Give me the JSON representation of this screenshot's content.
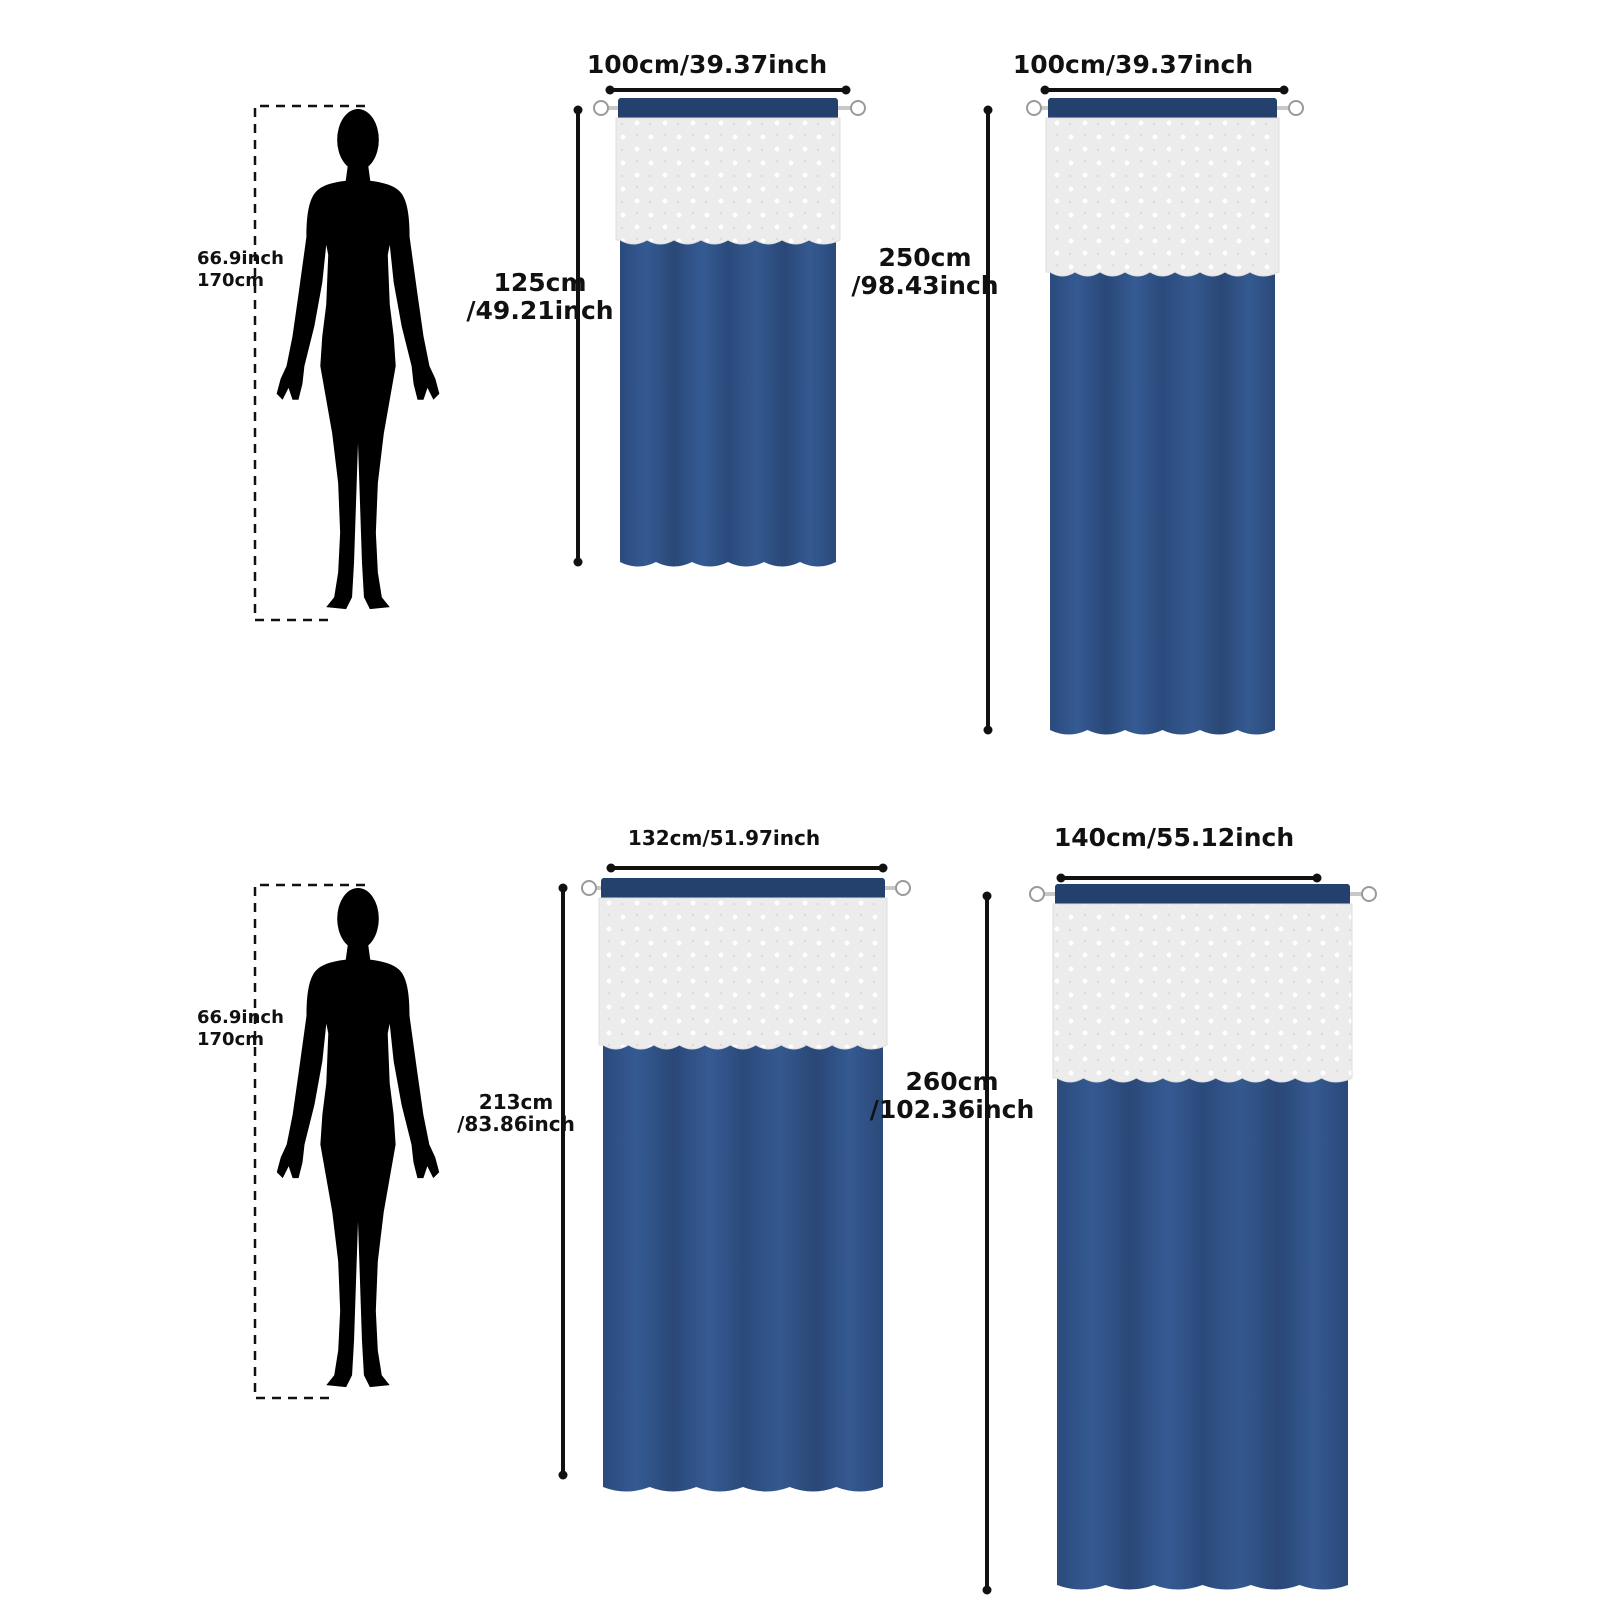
{
  "colors": {
    "background": "#ffffff",
    "silhouette": "#000000",
    "curtain_blue": "#2f4f82",
    "curtain_blue_dark": "#24406d",
    "lace_white": "#eeeeee",
    "rod_silver": "#c8c8c8",
    "line_black": "#111111"
  },
  "rows": [
    {
      "person": {
        "height_in": "66.9inch",
        "height_cm": "170cm"
      },
      "curtains": [
        {
          "width_label": "100cm/39.37inch",
          "height_line1": "125cm",
          "height_line2": "/49.21inch"
        },
        {
          "width_label": "100cm/39.37inch",
          "height_line1": "250cm",
          "height_line2": "/98.43inch"
        }
      ]
    },
    {
      "person": {
        "height_in": "66.9inch",
        "height_cm": "170cm"
      },
      "curtains": [
        {
          "width_label": "132cm/51.97inch",
          "height_line1": "213cm",
          "height_line2": "/83.86inch"
        },
        {
          "width_label": "140cm/55.12inch",
          "height_line1": "260cm",
          "height_line2": "/102.36inch"
        }
      ]
    }
  ]
}
